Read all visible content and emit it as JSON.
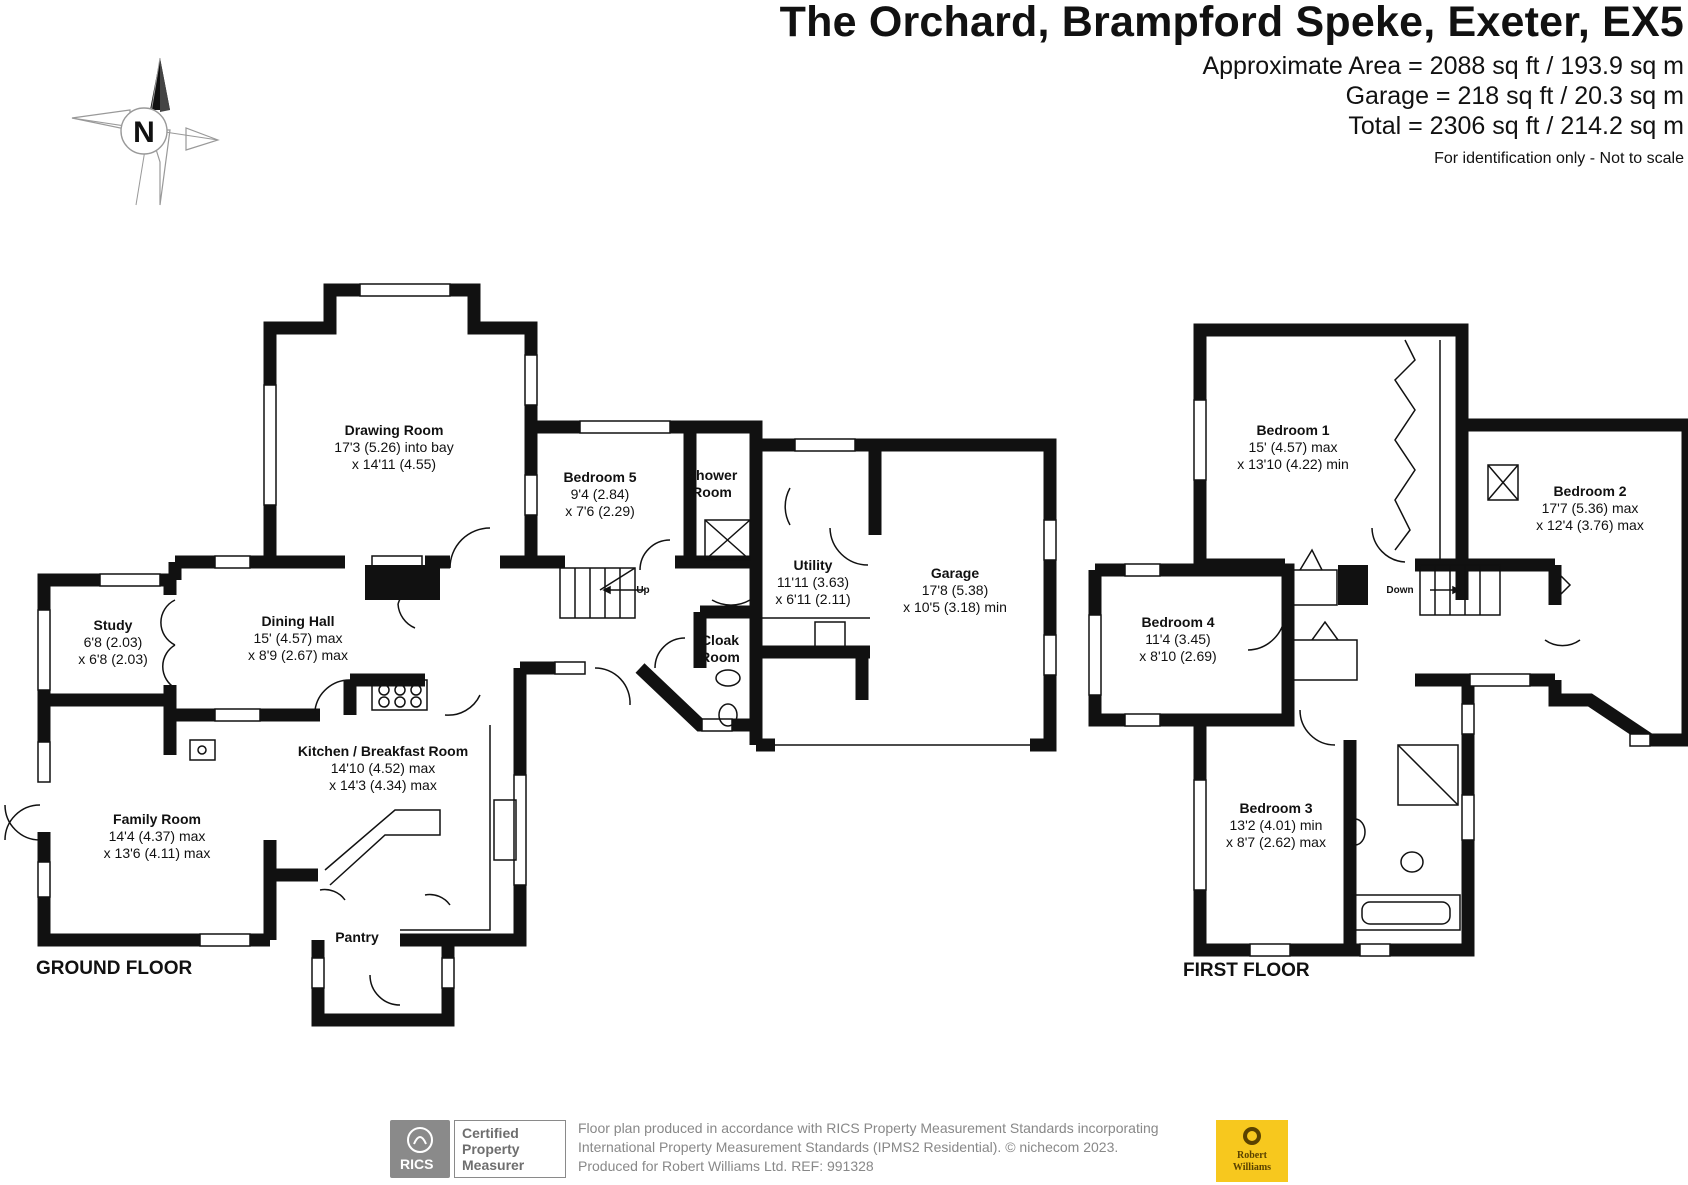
{
  "header": {
    "title": "The Orchard, Brampford Speke, Exeter, EX5",
    "area_lines": [
      "Approximate Area = 2088 sq ft / 193.9 sq m",
      "Garage = 218 sq ft / 20.3 sq m",
      "Total = 2306 sq ft / 214.2 sq m"
    ],
    "disclaimer": "For identification only - Not to scale"
  },
  "compass": {
    "letter": "N"
  },
  "floors": {
    "ground": "GROUND FLOOR",
    "first": "FIRST FLOOR"
  },
  "rooms": {
    "drawing_room": [
      "Drawing Room",
      "17'3 (5.26) into bay",
      "x 14'11 (4.55)"
    ],
    "bedroom5": [
      "Bedroom 5",
      "9'4 (2.84)",
      "x 7'6 (2.29)"
    ],
    "shower_room": [
      "Shower",
      "Room"
    ],
    "study": [
      "Study",
      "6'8 (2.03)",
      "x 6'8 (2.03)"
    ],
    "dining_hall": [
      "Dining Hall",
      "15' (4.57) max",
      "x 8'9 (2.67) max"
    ],
    "utility": [
      "Utility",
      "11'11 (3.63)",
      "x 6'11 (2.11)"
    ],
    "garage": [
      "Garage",
      "17'8 (5.38)",
      "x 10'5 (3.18) min"
    ],
    "cloak_room": [
      "Cloak",
      "Room"
    ],
    "kitchen": [
      "Kitchen / Breakfast Room",
      "14'10 (4.52) max",
      "x 14'3 (4.34) max"
    ],
    "family_room": [
      "Family Room",
      "14'4 (4.37) max",
      "x 13'6 (4.11) max"
    ],
    "pantry": [
      "Pantry"
    ],
    "bedroom1": [
      "Bedroom 1",
      "15' (4.57) max",
      "x 13'10 (4.22) min"
    ],
    "bedroom2": [
      "Bedroom 2",
      "17'7 (5.36) max",
      "x 12'4 (3.76) max"
    ],
    "bedroom4": [
      "Bedroom 4",
      "11'4 (3.45)",
      "x 8'10 (2.69)"
    ],
    "bedroom3": [
      "Bedroom 3",
      "13'2 (4.01) min",
      "x 8'7 (2.62) max"
    ]
  },
  "stairs": {
    "up": "Up",
    "down": "Down"
  },
  "footer": {
    "lines": [
      "Floor plan produced in accordance with RICS Property Measurement Standards incorporating",
      "International Property Measurement Standards (IPMS2 Residential).   © nichecom 2023.",
      "Produced for Robert Williams Ltd.   REF:  991328"
    ],
    "rics_logo_text": "RICS",
    "certified": [
      "Certified",
      "Property",
      "Measurer"
    ],
    "agent_logo": [
      "Robert",
      "Williams"
    ]
  }
}
